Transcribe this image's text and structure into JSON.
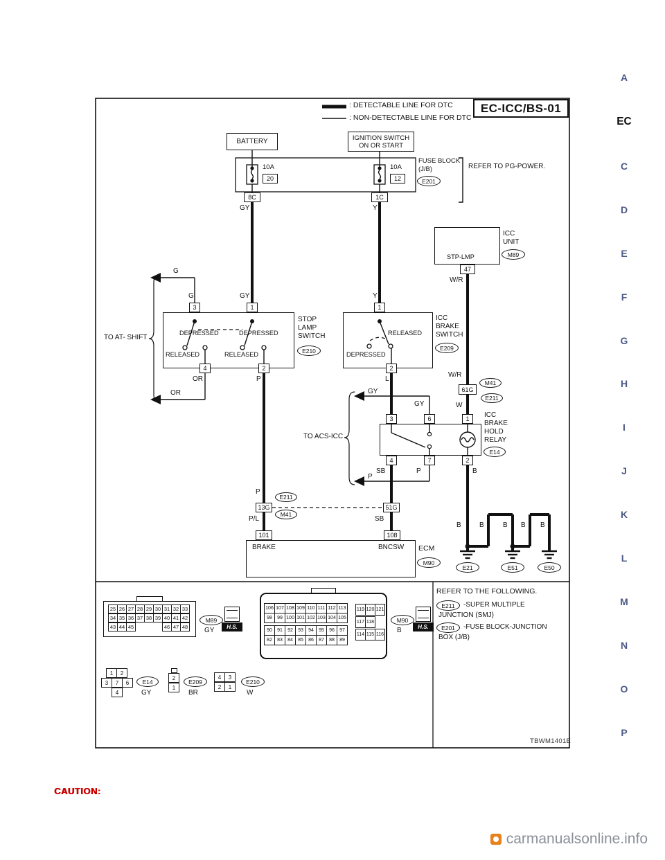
{
  "title": "EC-ICC/BS-01",
  "legend": {
    "detectable": ": DETECTABLE LINE FOR DTC",
    "non_detectable": ": NON-DETECTABLE LINE FOR DTC"
  },
  "margin_letters": [
    "A",
    "EC",
    "C",
    "D",
    "E",
    "F",
    "G",
    "H",
    "I",
    "J",
    "K",
    "L",
    "M",
    "N",
    "O",
    "P"
  ],
  "power": {
    "battery": "BATTERY",
    "ignition_1": "IGNITION SWITCH",
    "ignition_2": "ON OR START",
    "fuse_block_1": "FUSE BLOCK",
    "fuse_block_2": "(J/B)",
    "fuse_block_ref": "E201",
    "refer_pg": "REFER TO PG-POWER.",
    "fuse1_rating": "10A",
    "fuse1_num": "20",
    "fuse1_conn": "8C",
    "fuse1_wire": "GY",
    "fuse2_rating": "10A",
    "fuse2_num": "12",
    "fuse2_conn": "1C",
    "fuse2_wire": "Y"
  },
  "icc_unit": {
    "name_1": "ICC",
    "name_2": "UNIT",
    "ref": "M89",
    "pin_label": "STP-LMP",
    "terminal": "47",
    "wire": "W/R"
  },
  "at_shift": {
    "label": "TO AT- SHIFT",
    "arrow_g": "G",
    "arrow_or": "OR"
  },
  "stop_lamp_switch": {
    "wire_g": "G",
    "wire_gy": "GY",
    "t3": "3",
    "t1": "1",
    "t4": "4",
    "t2": "2",
    "depressed": "DEPRESSED",
    "released": "RELEASED",
    "wire_or": "OR",
    "wire_p": "P",
    "name_1": "STOP",
    "name_2": "LAMP",
    "name_3": "SWITCH",
    "ref": "E210"
  },
  "icc_brake_switch": {
    "wire_y": "Y",
    "t1": "1",
    "t2": "2",
    "released": "RELEASED",
    "depressed": "DEPRESSED",
    "wire_l": "L",
    "name_1": "ICC",
    "name_2": "BRAKE",
    "name_3": "SWITCH",
    "ref": "E209"
  },
  "smj_61g": {
    "wire_above": "W/R",
    "ref_above": "M41",
    "conn": "61G",
    "ref_below": "E211",
    "wire_below": "W"
  },
  "acs_icc": {
    "label": "TO ACS-ICC",
    "arrow_gy": "GY",
    "arrow_p": "P"
  },
  "relay": {
    "wire_gy": "GY",
    "t3": "3",
    "t6": "6",
    "t1": "1",
    "t4": "4",
    "t7": "7",
    "t2": "2",
    "wire_sb": "SB",
    "wire_p": "P",
    "wire_b": "B",
    "name_1": "ICC",
    "name_2": "BRAKE",
    "name_3": "HOLD",
    "name_4": "RELAY",
    "ref": "E14"
  },
  "smj_13g": {
    "wire_above": "P",
    "ref_above": "E211",
    "conn": "13G",
    "ref_below": "M41",
    "wire_below": "P/L"
  },
  "smj_51g": {
    "conn": "51G",
    "wire_below": "SB"
  },
  "ecm": {
    "t101": "101",
    "t108": "108",
    "label_brake": "BRAKE",
    "label_bncsw": "BNCSW",
    "name": "ECM",
    "ref": "M90"
  },
  "grounds": {
    "wire": "B",
    "refs": [
      "E21",
      "E51",
      "E50"
    ]
  },
  "connectors": {
    "m89": {
      "rows": [
        [
          "25",
          "26",
          "27",
          "28",
          "29",
          "30",
          "31",
          "32",
          "33"
        ],
        [
          "34",
          "35",
          "36",
          "37",
          "38",
          "39",
          "40",
          "41",
          "42"
        ],
        [
          "43",
          "44",
          "45",
          "",
          "",
          "",
          "46",
          "47",
          "48"
        ]
      ],
      "ref": "M89",
      "color": "GY",
      "hs": "H.S."
    },
    "m90": {
      "left_rows": [
        [
          "106",
          "107",
          "108",
          "109",
          "110",
          "111",
          "112",
          "113"
        ],
        [
          "98",
          "99",
          "100",
          "101",
          "102",
          "103",
          "104",
          "105"
        ],
        [
          "90",
          "91",
          "92",
          "93",
          "94",
          "95",
          "96",
          "97"
        ],
        [
          "82",
          "83",
          "84",
          "85",
          "86",
          "87",
          "88",
          "89"
        ]
      ],
      "right_rows": [
        [
          "119",
          "120",
          "121"
        ],
        [
          "117",
          "118"
        ],
        [
          "114",
          "115",
          "116"
        ]
      ],
      "ref": "M90",
      "color": "B",
      "hs": "H.S."
    },
    "e14": {
      "rows": [
        [
          "1",
          "2"
        ],
        [
          "3",
          "7",
          "6"
        ],
        [
          "4"
        ]
      ],
      "ref": "E14",
      "color": "GY"
    },
    "e209": {
      "rows": [
        [
          "2"
        ],
        [
          "1"
        ]
      ],
      "ref": "E209",
      "color": "BR"
    },
    "e210": {
      "rows": [
        [
          "4",
          "3"
        ],
        [
          "2",
          "1"
        ]
      ],
      "ref": "E210",
      "color": "W"
    }
  },
  "notes": {
    "title": "REFER TO THE FOLLOWING.",
    "n1_ref": "E211",
    "n1_text_1": "-SUPER MULTIPLE",
    "n1_text_2": "JUNCTION (SMJ)",
    "n2_ref": "E201",
    "n2_text_1": "-FUSE BLOCK-JUNCTION",
    "n2_text_2": "BOX (J/B)"
  },
  "footer": {
    "figure_code": "TBWM1401E",
    "caution": "CAUTION:",
    "watermark": "carmanualsonline.info"
  }
}
